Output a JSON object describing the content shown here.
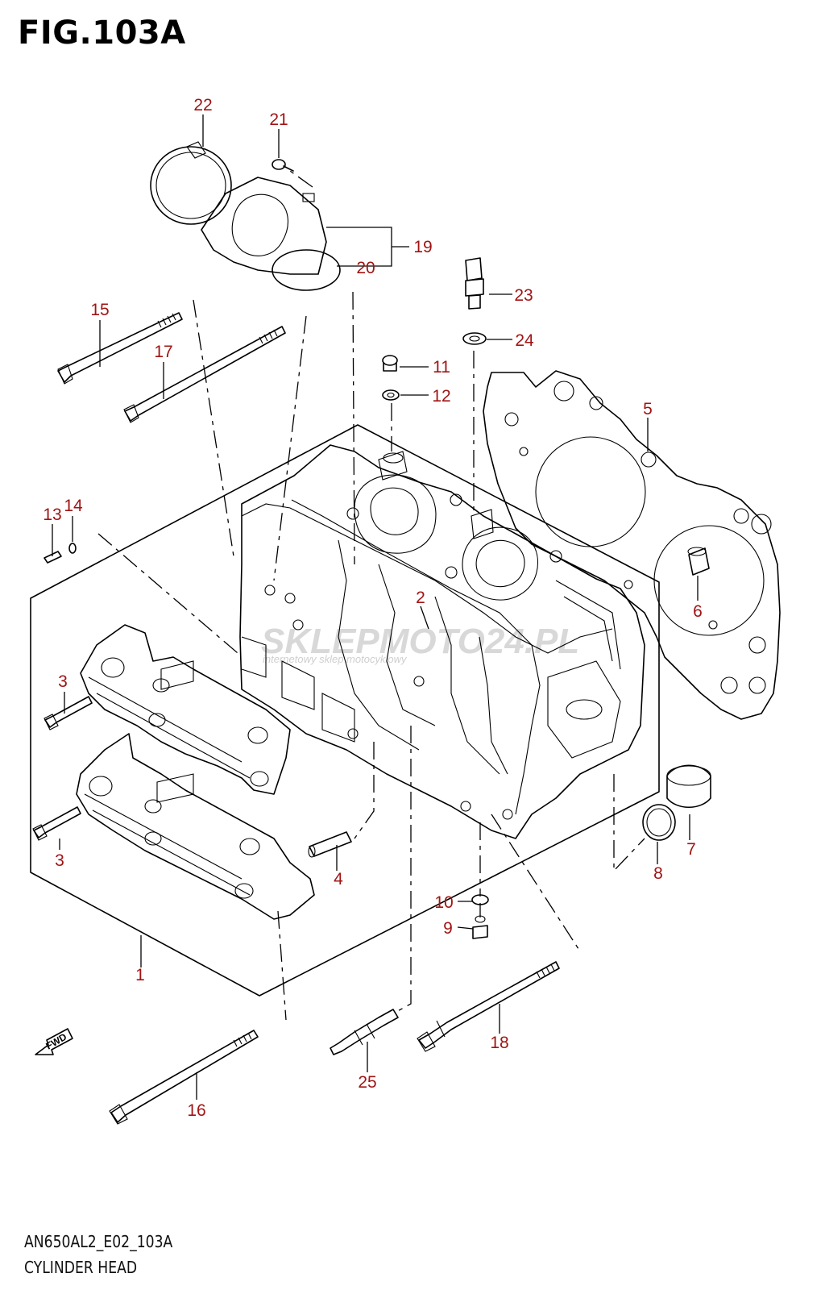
{
  "figure": {
    "title": "FIG.103A"
  },
  "footer": {
    "code": "AN650AL2_E02_103A",
    "name": "CYLINDER HEAD"
  },
  "watermark": {
    "brand": "SKLEPMOTO24.PL",
    "tagline": "internetowy sklep motocyklowy"
  },
  "direction_marker": {
    "label": "FWD"
  },
  "callouts": [
    "1",
    "2",
    "3",
    "3",
    "4",
    "5",
    "6",
    "7",
    "8",
    "9",
    "10",
    "11",
    "12",
    "13",
    "14",
    "15",
    "16",
    "17",
    "18",
    "19",
    "20",
    "21",
    "22",
    "23",
    "24",
    "25"
  ],
  "colors": {
    "callout": "#a01414",
    "line": "#000000"
  }
}
